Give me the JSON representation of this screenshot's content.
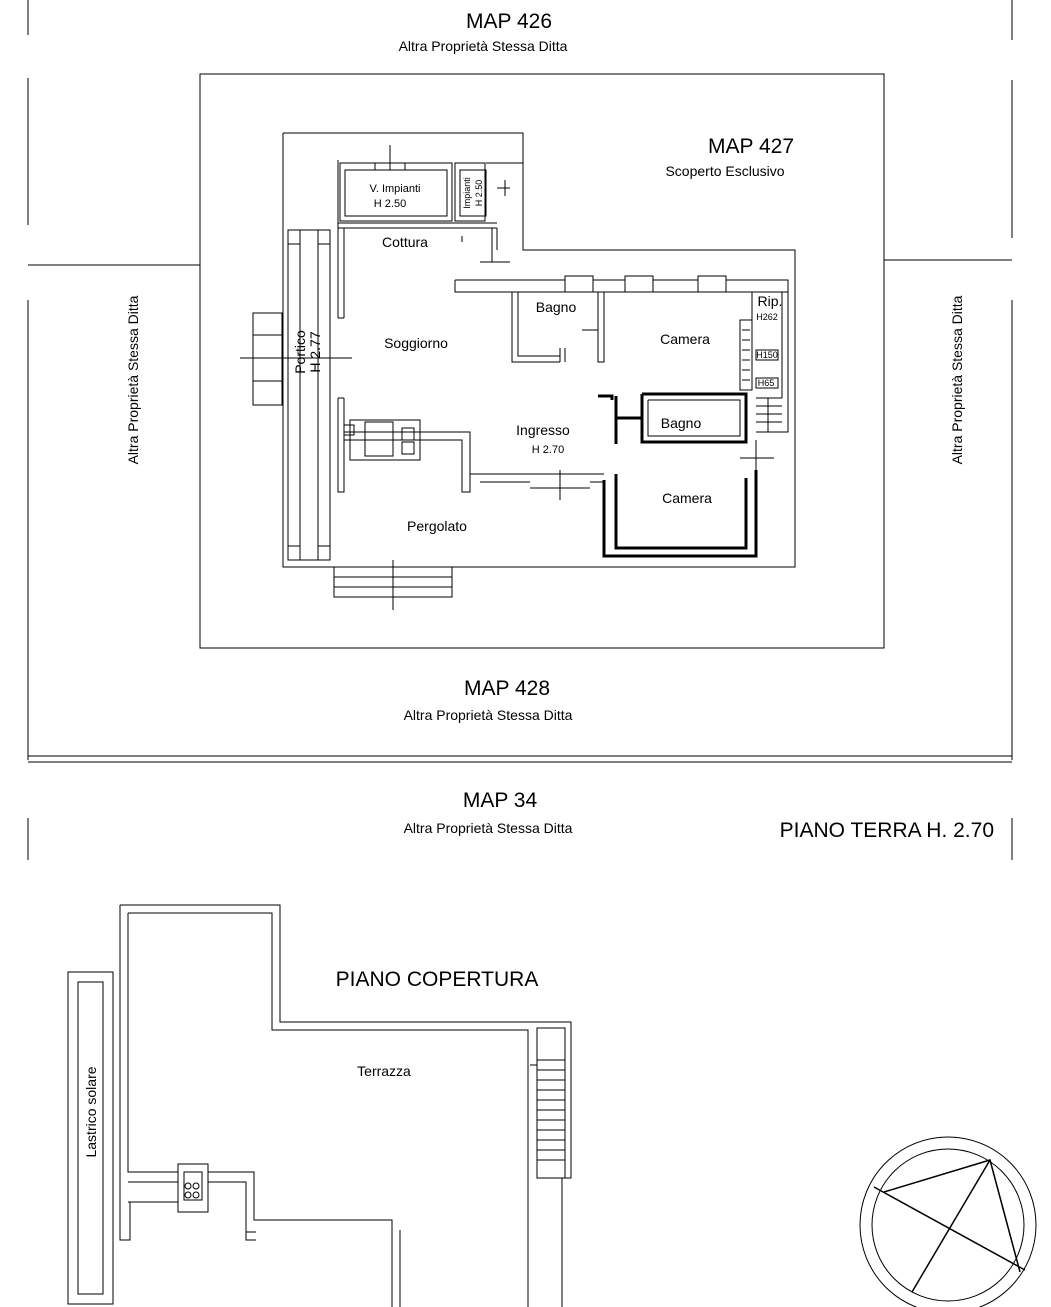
{
  "maps": {
    "map426": {
      "title": "MAP 426",
      "subtitle": "Altra Proprietà Stessa Ditta"
    },
    "map427": {
      "title": "MAP 427",
      "subtitle": "Scoperto Esclusivo"
    },
    "map428": {
      "title": "MAP 428",
      "subtitle": "Altra Proprietà Stessa Ditta"
    },
    "map34": {
      "title": "MAP 34",
      "subtitle": "Altra Proprietà Stessa Ditta"
    },
    "left_side": "Altra Proprietà Stessa Ditta",
    "right_side": "Altra Proprietà Stessa Ditta"
  },
  "ground_floor": {
    "title": "PIANO TERRA H. 2.70",
    "rooms": {
      "v_impianti": "V. Impianti",
      "v_impianti_h": "H 2.50",
      "impianti": "Impianti",
      "impianti_h": "H 2.50",
      "cottura": "Cottura",
      "soggiorno": "Soggiorno",
      "portico": "Portico",
      "portico_h": "H 2.77",
      "bagno1": "Bagno",
      "camera1": "Camera",
      "rip": "Rip.",
      "rip_h1": "H262",
      "rip_h2": "H150",
      "rip_h3": "H65",
      "ingresso": "Ingresso",
      "ingresso_h": "H 2.70",
      "bagno2": "Bagno",
      "camera2": "Camera",
      "pergolato": "Pergolato"
    }
  },
  "roof": {
    "title": "PIANO COPERTURA",
    "terrazza": "Terrazza",
    "lastrico": "Lastrico solare"
  }
}
